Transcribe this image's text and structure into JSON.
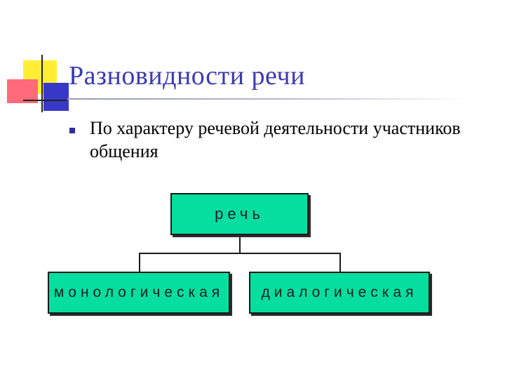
{
  "slide": {
    "title": "Разновидности речи",
    "bullet": "По характеру речевой деятельности участников общения"
  },
  "diagram": {
    "root": "речь",
    "children": [
      "монологическая",
      "диалогическая"
    ]
  },
  "colors": {
    "title": "#3a3ab0",
    "box_fill": "#05de9f",
    "bullet": "#2e2e96",
    "deco_yellow": "#ffee33",
    "deco_red": "#ff6b7a",
    "deco_blue": "#3838c8"
  }
}
